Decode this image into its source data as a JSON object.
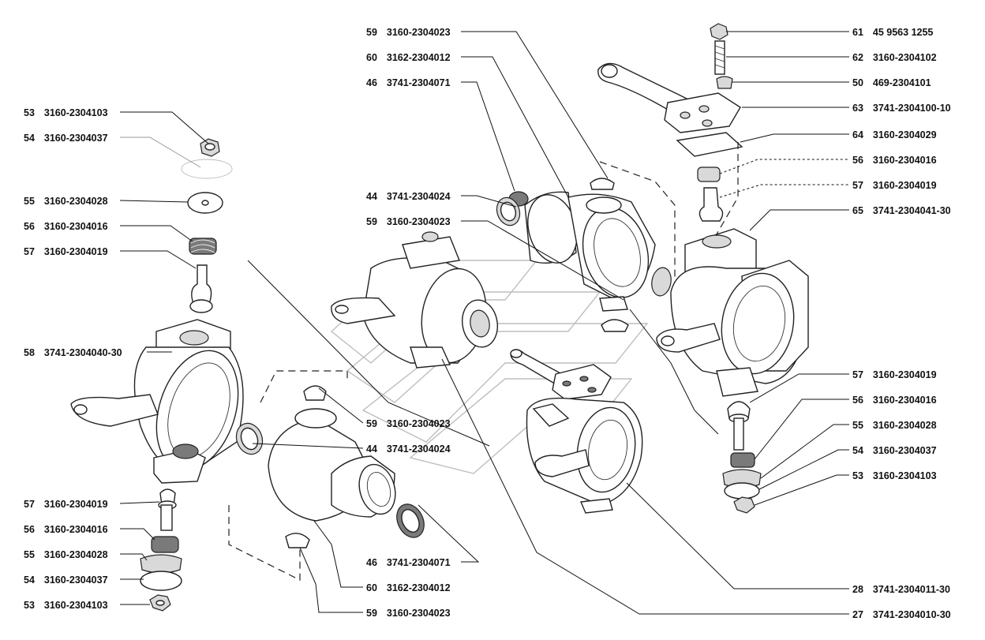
{
  "callouts": [
    {
      "id": "c-53-top",
      "pos": "53",
      "part": "3160-2304103"
    },
    {
      "id": "c-54-top",
      "pos": "54",
      "part": "3160-2304037"
    },
    {
      "id": "c-55-top",
      "pos": "55",
      "part": "3160-2304028"
    },
    {
      "id": "c-56-top",
      "pos": "56",
      "part": "3160-2304016"
    },
    {
      "id": "c-57-top",
      "pos": "57",
      "part": "3160-2304019"
    },
    {
      "id": "c-58",
      "pos": "58",
      "part": "3741-2304040-30"
    },
    {
      "id": "c-57-bl",
      "pos": "57",
      "part": "3160-2304019"
    },
    {
      "id": "c-56-bl",
      "pos": "56",
      "part": "3160-2304016"
    },
    {
      "id": "c-55-bl",
      "pos": "55",
      "part": "3160-2304028"
    },
    {
      "id": "c-54-bl",
      "pos": "54",
      "part": "3160-2304037"
    },
    {
      "id": "c-53-bl",
      "pos": "53",
      "part": "3160-2304103"
    },
    {
      "id": "c-59-top",
      "pos": "59",
      "part": "3160-2304023"
    },
    {
      "id": "c-60-top",
      "pos": "60",
      "part": "3162-2304012"
    },
    {
      "id": "c-46-top",
      "pos": "46",
      "part": "3741-2304071"
    },
    {
      "id": "c-44-mid",
      "pos": "44",
      "part": "3741-2304024"
    },
    {
      "id": "c-59-mid",
      "pos": "59",
      "part": "3160-2304023"
    },
    {
      "id": "c-59-center",
      "pos": "59",
      "part": "3160-2304023"
    },
    {
      "id": "c-44-center",
      "pos": "44",
      "part": "3741-2304024"
    },
    {
      "id": "c-46-bottom",
      "pos": "46",
      "part": "3741-2304071"
    },
    {
      "id": "c-60-bottom",
      "pos": "60",
      "part": "3162-2304012"
    },
    {
      "id": "c-59-bottom",
      "pos": "59",
      "part": "3160-2304023"
    },
    {
      "id": "c-61",
      "pos": "61",
      "part": "45 9563 1255"
    },
    {
      "id": "c-62",
      "pos": "62",
      "part": "3160-2304102"
    },
    {
      "id": "c-50",
      "pos": "50",
      "part": "469-2304101"
    },
    {
      "id": "c-63",
      "pos": "63",
      "part": "3741-2304100-10"
    },
    {
      "id": "c-64",
      "pos": "64",
      "part": "3160-2304029"
    },
    {
      "id": "c-56-tr",
      "pos": "56",
      "part": "3160-2304016"
    },
    {
      "id": "c-57-tr",
      "pos": "57",
      "part": "3160-2304019"
    },
    {
      "id": "c-65",
      "pos": "65",
      "part": "3741-2304041-30"
    },
    {
      "id": "c-57-br",
      "pos": "57",
      "part": "3160-2304019"
    },
    {
      "id": "c-56-br",
      "pos": "56",
      "part": "3160-2304016"
    },
    {
      "id": "c-55-br",
      "pos": "55",
      "part": "3160-2304028"
    },
    {
      "id": "c-54-br",
      "pos": "54",
      "part": "3160-2304037"
    },
    {
      "id": "c-53-br",
      "pos": "53",
      "part": "3160-2304103"
    },
    {
      "id": "c-28",
      "pos": "28",
      "part": "3741-2304011-30"
    },
    {
      "id": "c-27",
      "pos": "27",
      "part": "3741-2304010-30"
    }
  ]
}
